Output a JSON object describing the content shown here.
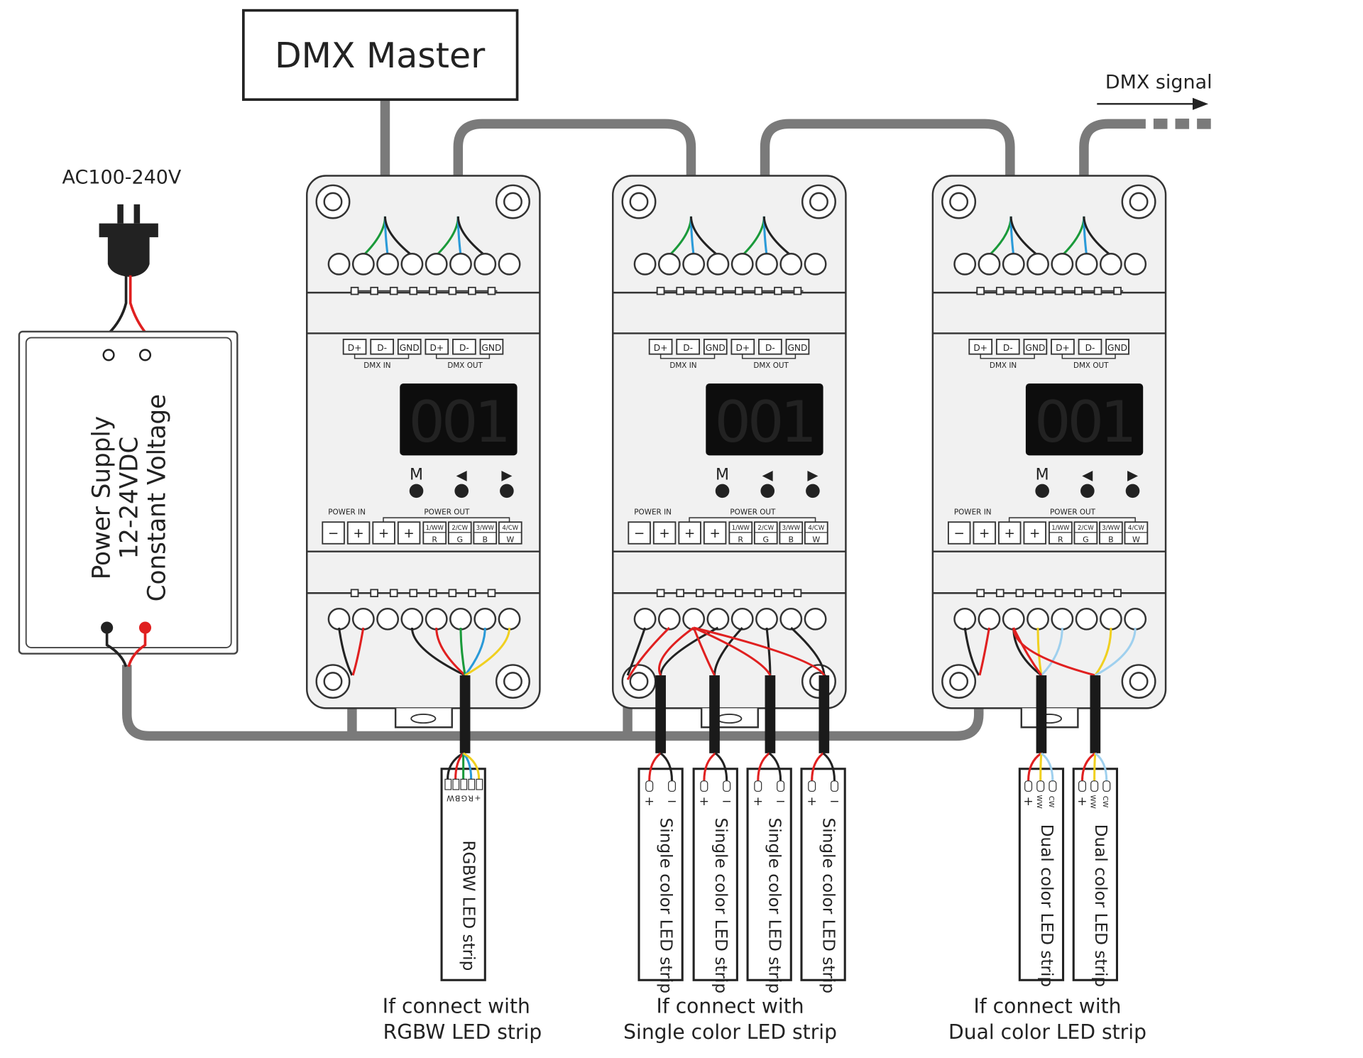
{
  "dmx_master": {
    "label": "DMX Master"
  },
  "dmx_signal": {
    "label": "DMX signal"
  },
  "ac_input": {
    "label": "AC100-240V"
  },
  "power_supply": {
    "lines": [
      "Power Supply",
      "12-24VDC",
      "Constant Voltage"
    ]
  },
  "module": {
    "display_value": "001",
    "dmx_terminals": [
      "D+",
      "D-",
      "GND",
      "D+",
      "D-",
      "GND"
    ],
    "dmx_in_label": "DMX IN",
    "dmx_out_label": "DMX OUT",
    "buttons": [
      "M",
      "◀",
      "▶"
    ],
    "power_in_label": "POWER IN",
    "power_out_label": "POWER OUT",
    "power_terminals": [
      "−",
      "+",
      "+",
      "+"
    ],
    "channel_terminals_top": [
      "1/WW",
      "2/CW",
      "3/WW",
      "4/CW"
    ],
    "channel_terminals_bottom": [
      "R",
      "G",
      "B",
      "W"
    ],
    "display_color": "#1e9be0"
  },
  "strips": {
    "rgbw": {
      "label": "RGBW LED strip",
      "pins": "+RGBW"
    },
    "single": {
      "label": "Single color LED strip",
      "pins": [
        "+",
        "−"
      ]
    },
    "dual": {
      "label": "Dual color LED strip",
      "pins": [
        "+",
        "WW",
        "CW"
      ]
    }
  },
  "captions": [
    {
      "line1": "If connect with",
      "line2": "RGBW LED strip"
    },
    {
      "line1": "If connect with",
      "line2": "Single color LED strip"
    },
    {
      "line1": "If connect with",
      "line2": "Dual color LED strip"
    }
  ],
  "wire_colors": {
    "red": "#e02020",
    "green": "#1a9a3a",
    "blue": "#2a9ad8",
    "yellow": "#f0d020",
    "lightblue": "#9fd0ee",
    "cable": "#7a7a7a"
  }
}
